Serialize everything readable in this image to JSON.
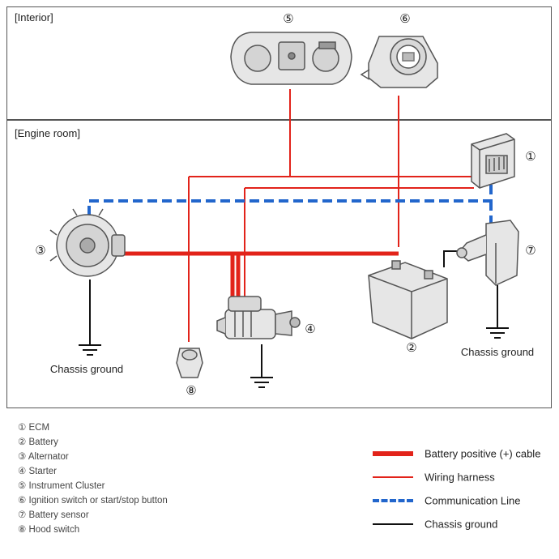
{
  "sections": {
    "interior": "[Interior]",
    "engine_room": "[Engine room]"
  },
  "callouts": {
    "ecm": "①",
    "battery": "②",
    "alternator": "③",
    "starter": "④",
    "instrument_cluster": "⑤",
    "ignition_switch": "⑥",
    "battery_sensor": "⑦",
    "hood_switch": "⑧"
  },
  "ground_labels": {
    "alternator": "Chassis ground",
    "battery_sensor": "Chassis ground"
  },
  "component_list": [
    "① ECM",
    "② Battery",
    "③ Alternator",
    "④ Starter",
    "⑤ Instrument Cluster",
    "⑥ Ignition switch or start/stop button",
    "⑦ Battery sensor",
    "⑧ Hood switch"
  ],
  "line_key": [
    {
      "label": "Battery positive (+) cable",
      "style": "battery-cable",
      "color": "#e2231a"
    },
    {
      "label": "Wiring harness",
      "style": "wiring-harness",
      "color": "#e2231a"
    },
    {
      "label": "Communication Line",
      "style": "communication-line",
      "color": "#2266cc"
    },
    {
      "label": "Chassis ground",
      "style": "chassis-ground",
      "color": "#111111"
    }
  ],
  "colors": {
    "battery_cable": "#e2231a",
    "wiring_harness": "#e2231a",
    "communication": "#2266cc",
    "ground": "#111111",
    "component_fill": "#e6e6e6",
    "component_stroke": "#555555"
  },
  "icons": {
    "ecm": "ecm-module-icon",
    "battery": "car-battery-icon",
    "alternator": "alternator-icon",
    "starter": "starter-motor-icon",
    "instrument_cluster": "instrument-cluster-icon",
    "ignition_switch": "ignition-switch-icon",
    "battery_sensor": "battery-sensor-icon",
    "hood_switch": "hood-switch-icon",
    "ground": "ground-symbol-icon"
  }
}
